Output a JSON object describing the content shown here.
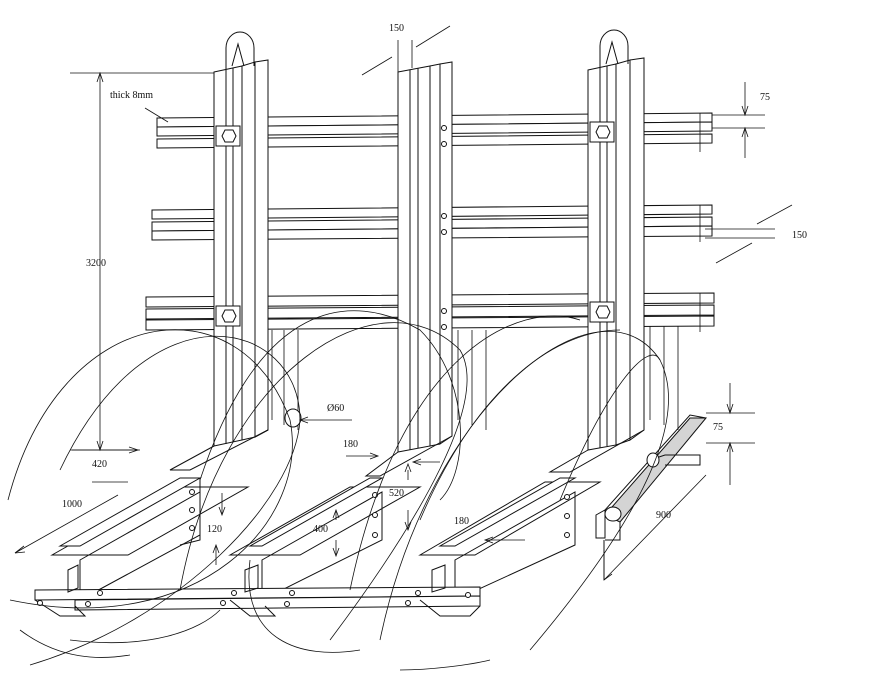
{
  "labels": {
    "thickness": "thick 8mm",
    "height": "3200",
    "top_gap": "150",
    "rail_offset_top": "75",
    "rail_offset_mid": "150",
    "pipe_diameter": "Ø60",
    "width_420": "420",
    "length_1000": "1000",
    "beam_180_mid": "180",
    "beam_520": "520",
    "beam_120": "120",
    "beam_400": "400",
    "beam_180_right": "180",
    "length_900": "900",
    "rail_offset_right": "75"
  }
}
